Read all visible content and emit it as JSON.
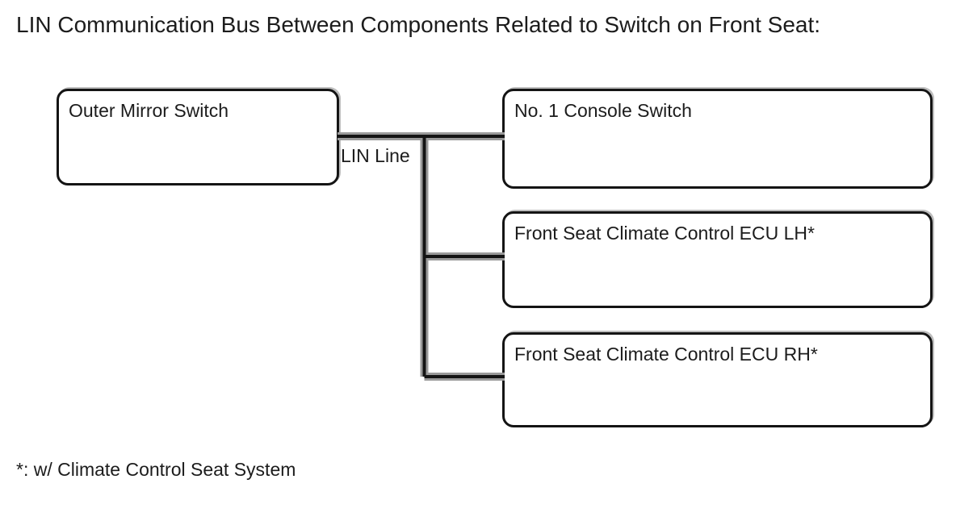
{
  "title": "LIN Communication Bus Between Components Related to Switch on Front Seat:",
  "diagram": {
    "bus_label": "LIN Line",
    "nodes": [
      {
        "id": "outer-mirror-switch",
        "label": "Outer Mirror Switch"
      },
      {
        "id": "no1-console-switch",
        "label": "No. 1 Console Switch"
      },
      {
        "id": "front-seat-climate-control-ecu-lh",
        "label": "Front Seat Climate Control ECU LH*"
      },
      {
        "id": "front-seat-climate-control-ecu-rh",
        "label": "Front Seat Climate Control ECU RH*"
      }
    ],
    "colors": {
      "line": "#141414",
      "line_shadow": "#9a9a9a",
      "box_ghost": "#bdbdbd",
      "text": "#1c1c1c",
      "background": "#ffffff"
    }
  },
  "footnote": "*: w/ Climate Control Seat System"
}
